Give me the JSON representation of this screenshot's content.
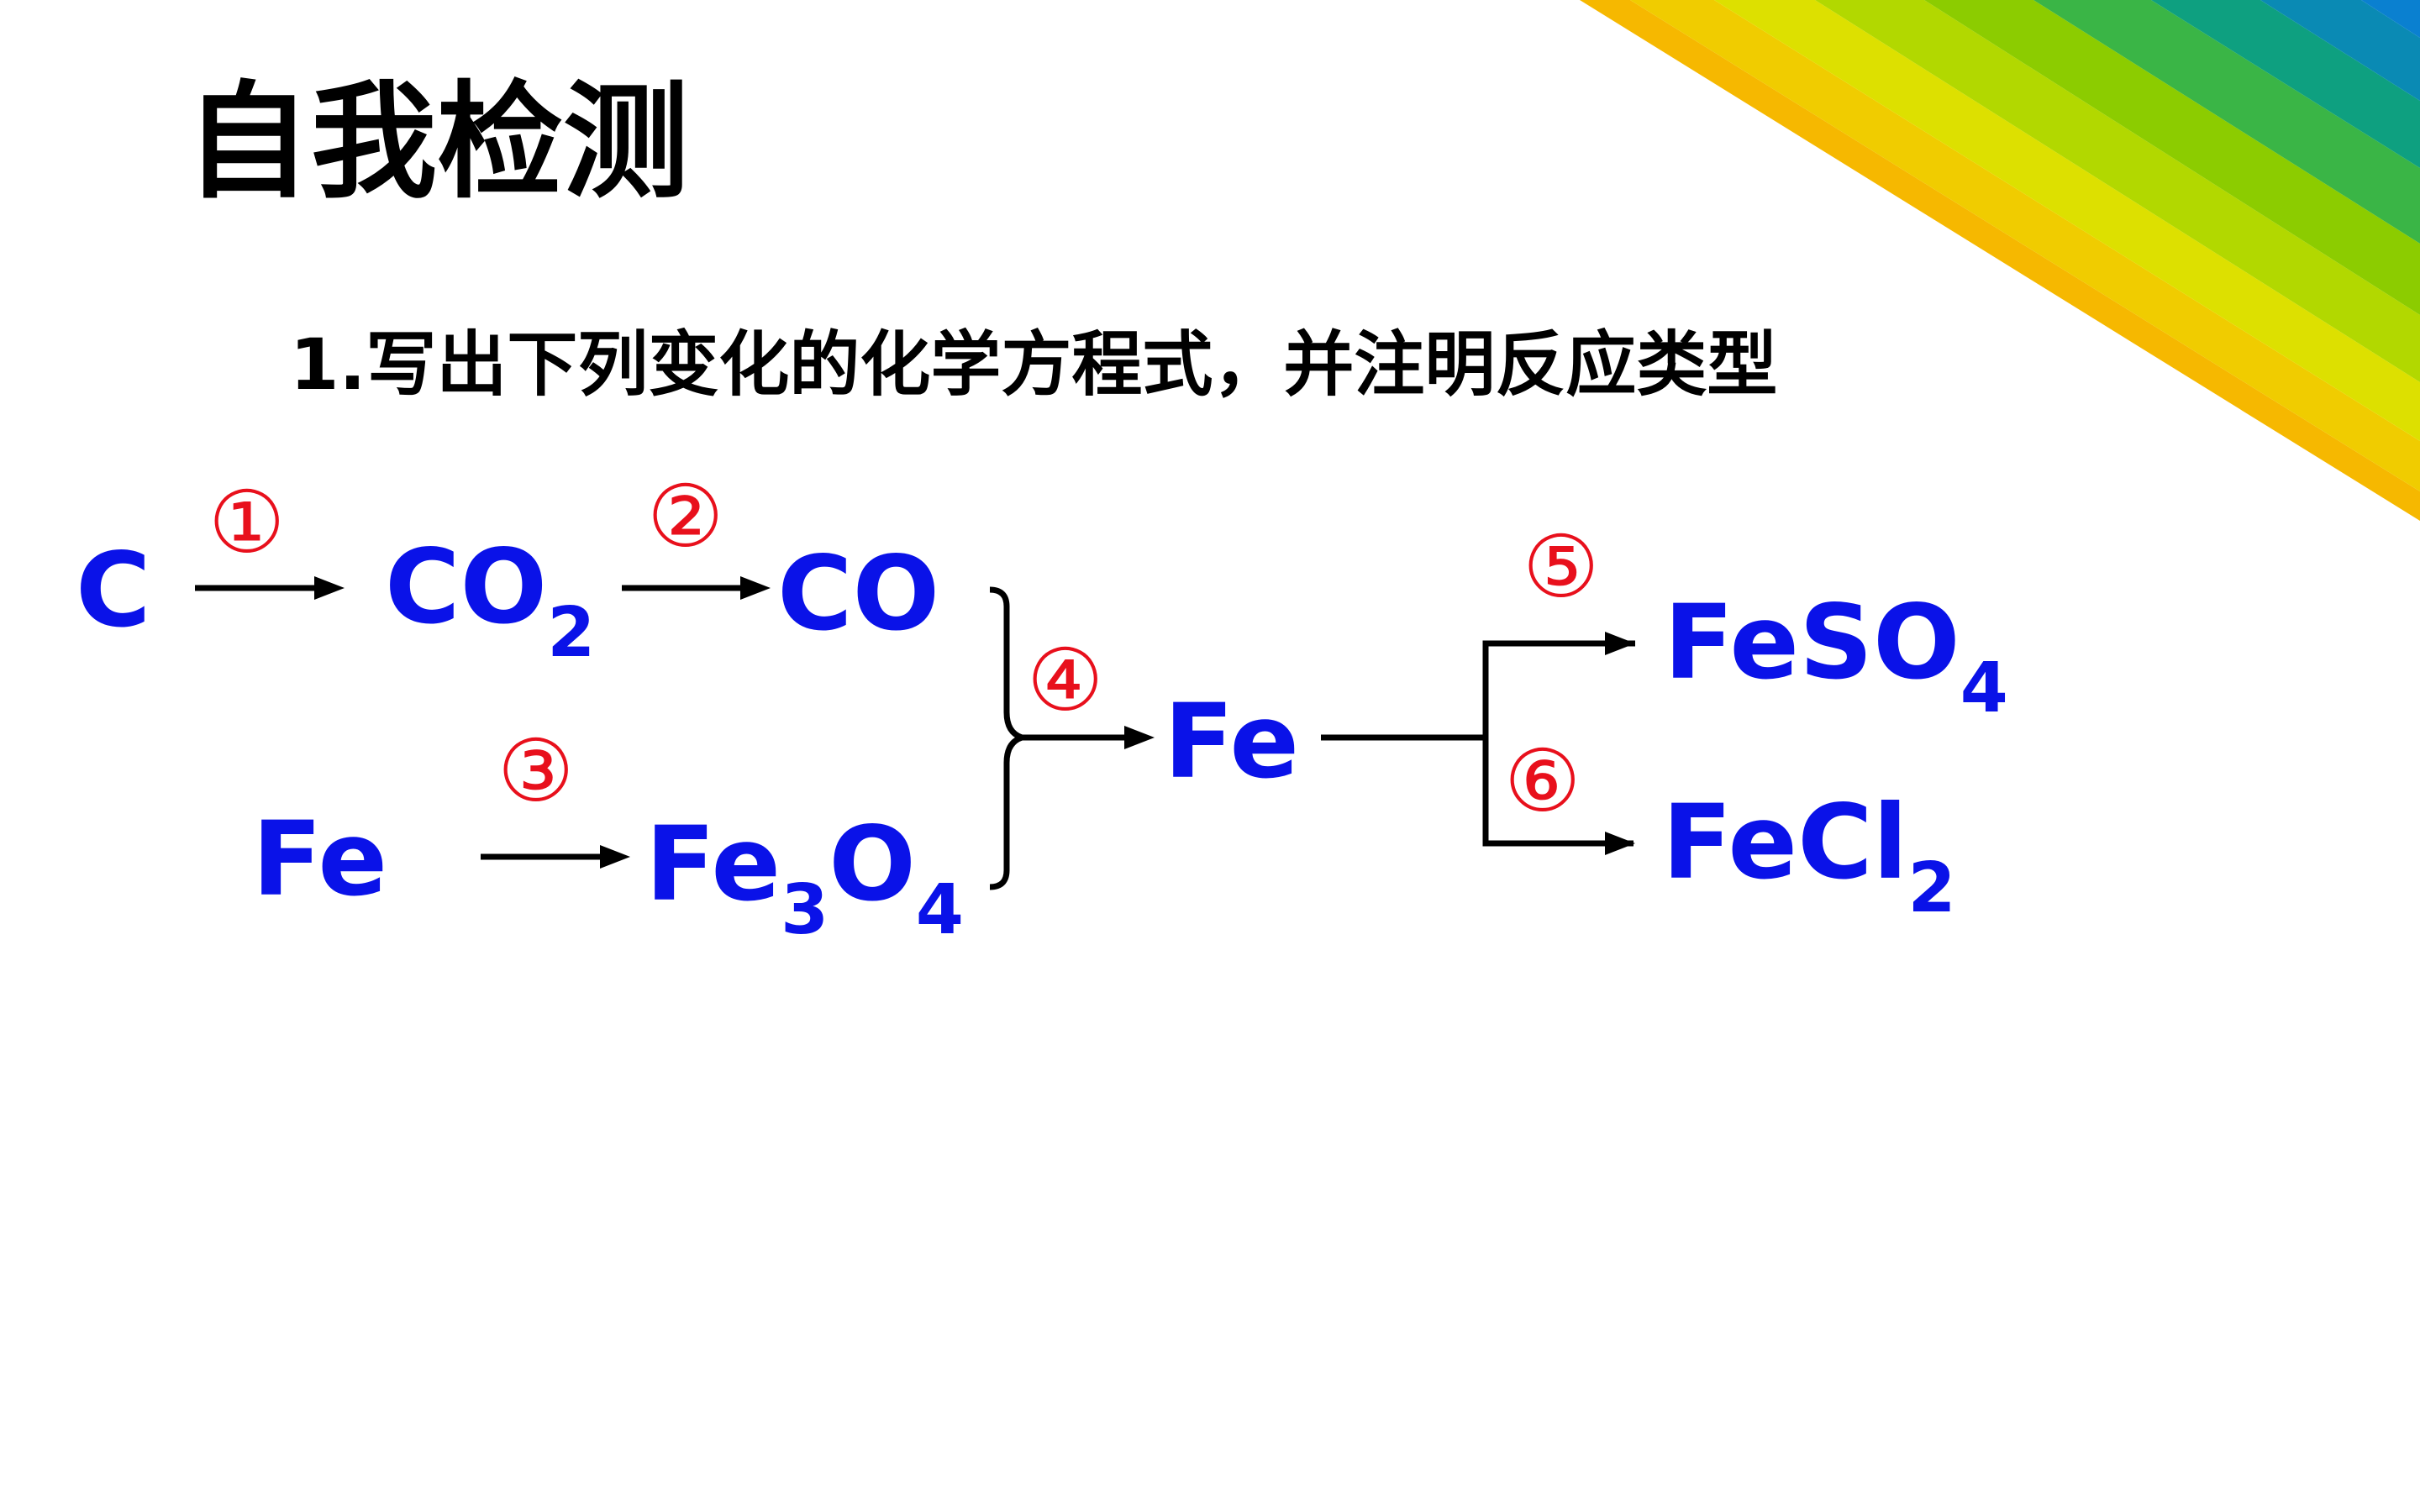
{
  "title": "自我检测",
  "question": "1.写出下列变化的化学方程式，并注明反应类型",
  "species": {
    "c": {
      "main": "C"
    },
    "co2": {
      "main": "CO",
      "sub1": "2"
    },
    "co": {
      "main": "CO"
    },
    "fe_start": {
      "main": "Fe"
    },
    "fe3o4": {
      "a": "Fe",
      "b": "3",
      "c": "O",
      "d": "4"
    },
    "fe_mid": {
      "main": "Fe"
    },
    "feso4": {
      "main": "FeSO",
      "sub1": "4"
    },
    "fecl2": {
      "main": "FeCl",
      "sub1": "2"
    }
  },
  "steps": [
    "①",
    "②",
    "③",
    "④",
    "⑤",
    "⑥"
  ],
  "colors": {
    "species": "#0a12e8",
    "step_numbers": "#e8101c",
    "arrows": "#000000",
    "stripes": [
      "#f6b800",
      "#f0cc00",
      "#dde000",
      "#b2d800",
      "#8ccc00",
      "#3ab546",
      "#0ea080",
      "#0a8ab4",
      "#0a80d0"
    ]
  }
}
